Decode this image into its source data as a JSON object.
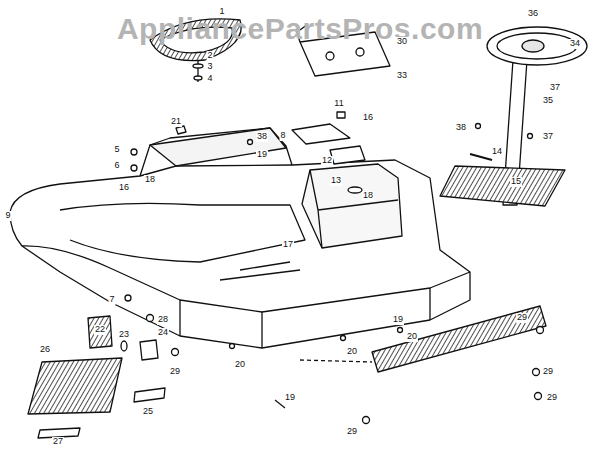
{
  "diagram": {
    "labels": [
      "AppliancePartsPros.com",
      "1",
      "2",
      "3",
      "4",
      "21",
      "5",
      "6",
      "38",
      "19",
      "16",
      "18",
      "8",
      "11",
      "16",
      "12",
      "13",
      "18",
      "30",
      "33",
      "36",
      "34",
      "37",
      "35",
      "38",
      "37",
      "14",
      "15",
      "9",
      "17",
      "7",
      "28",
      "22",
      "23",
      "24",
      "26",
      "29",
      "25",
      "27",
      "20",
      "20",
      "20",
      "19",
      "29",
      "29",
      "29",
      "29",
      "19"
    ]
  }
}
